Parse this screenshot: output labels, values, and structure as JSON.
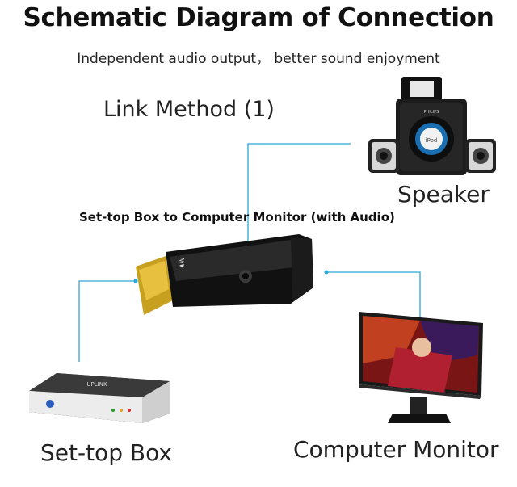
{
  "diagram": {
    "title": "Schematic Diagram of Connection",
    "subtitle": "Independent audio output， better sound enjoyment",
    "method_label": "Link Method (1)",
    "caption": "Set-top Box to Computer Monitor (with Audio)",
    "nodes": {
      "speaker": "Speaker",
      "settop_box": "Set-top Box",
      "monitor": "Computer Monitor"
    },
    "connector_color": "#2aa8d8",
    "device_marks": {
      "speaker_brand": "PHILIPS",
      "settop_brand": "UPLINK"
    }
  }
}
